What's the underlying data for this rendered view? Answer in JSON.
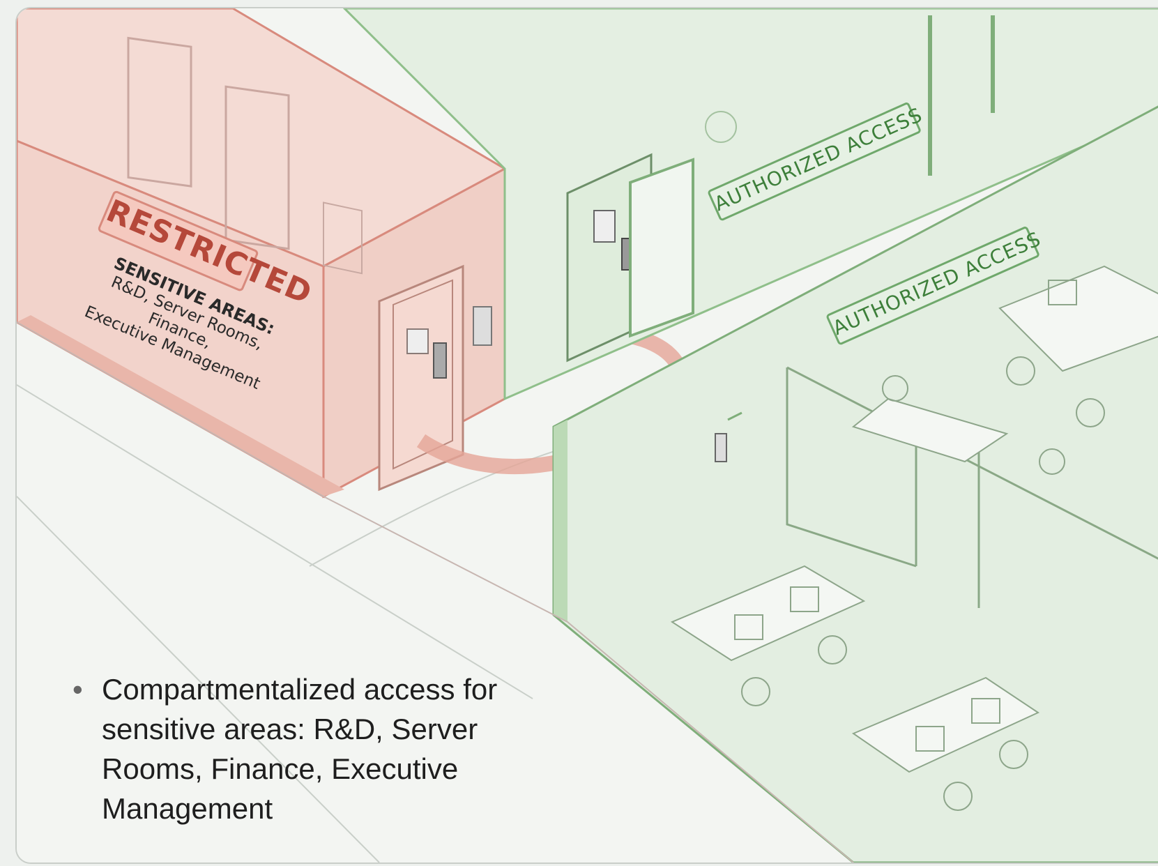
{
  "restricted_label": "RESTRICTED",
  "sensitive_heading": "SENSITIVE AREAS:",
  "sensitive_lines": [
    "R&D, Server Rooms,",
    "Finance,",
    "Executive Management"
  ],
  "authorized_sign_upper": "AUTHORIZED ACCESS",
  "authorized_sign_lower": "AUTHORIZED ACCESS",
  "bullet_marker": "•",
  "bullet_text": "Compartmentalized access for sensitive areas: R&D, Server Rooms, Finance, Executive Management",
  "colors": {
    "restricted_wall": "#f2d3cb",
    "restricted_stroke": "#d88a7d",
    "restricted_text": "#b5483a",
    "authorized_wall": "#dcebdc",
    "authorized_stroke": "#6fa86b",
    "authorized_text": "#3d7f3a",
    "floor": "#f3f5f2"
  }
}
